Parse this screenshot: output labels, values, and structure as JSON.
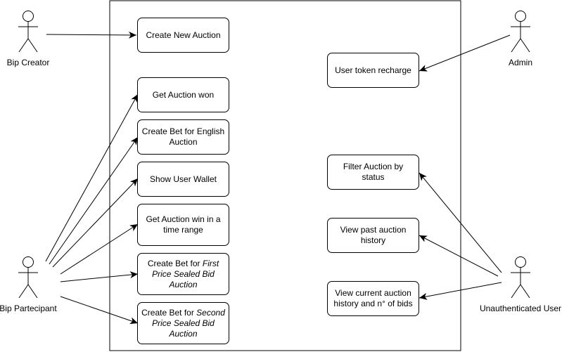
{
  "actors": {
    "bip_creator": "Bip Creator",
    "bip_partecipant": "Bip Partecipant",
    "admin": "Admin",
    "unauthenticated_user": "Unauthenticated User"
  },
  "use_cases": {
    "create_new_auction": "Create New Auction",
    "get_auction_won": "Get Auction won",
    "create_bet_english": "Create Bet for English Auction",
    "show_user_wallet": "Show User Wallet",
    "get_auction_win_time_range": "Get Auction win in a time range",
    "create_bet_first_price": {
      "prefix": "Create Bet for ",
      "italic": "First Price Sealed Bid Auction"
    },
    "create_bet_second_price": {
      "prefix": "Create Bet for ",
      "italic": "Second Price Sealed Bid Auction"
    },
    "user_token_recharge": "User token recharge",
    "filter_auction_by_status": "Filter Auction by status",
    "view_past_auction_history": "View past auction history",
    "view_current_auction_history": "View current auction history and n° of bids"
  }
}
